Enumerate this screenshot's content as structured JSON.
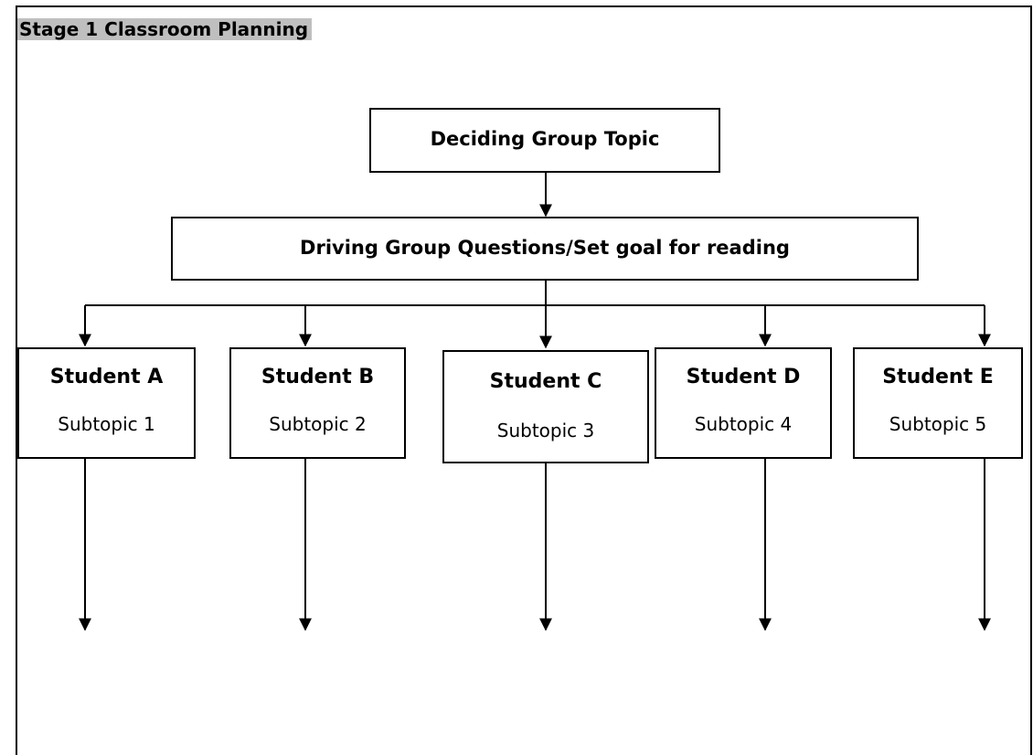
{
  "stage_title": "Stage 1 Classroom Planning",
  "topic_box": "Deciding Group Topic",
  "questions_box": "Driving Group Questions/Set goal for reading",
  "students": [
    {
      "name": "Student A",
      "subtopic": "Subtopic 1"
    },
    {
      "name": "Student B",
      "subtopic": "Subtopic 2"
    },
    {
      "name": "Student C",
      "subtopic": "Subtopic 3"
    },
    {
      "name": "Student D",
      "subtopic": "Subtopic 4"
    },
    {
      "name": "Student E",
      "subtopic": "Subtopic 5"
    }
  ]
}
